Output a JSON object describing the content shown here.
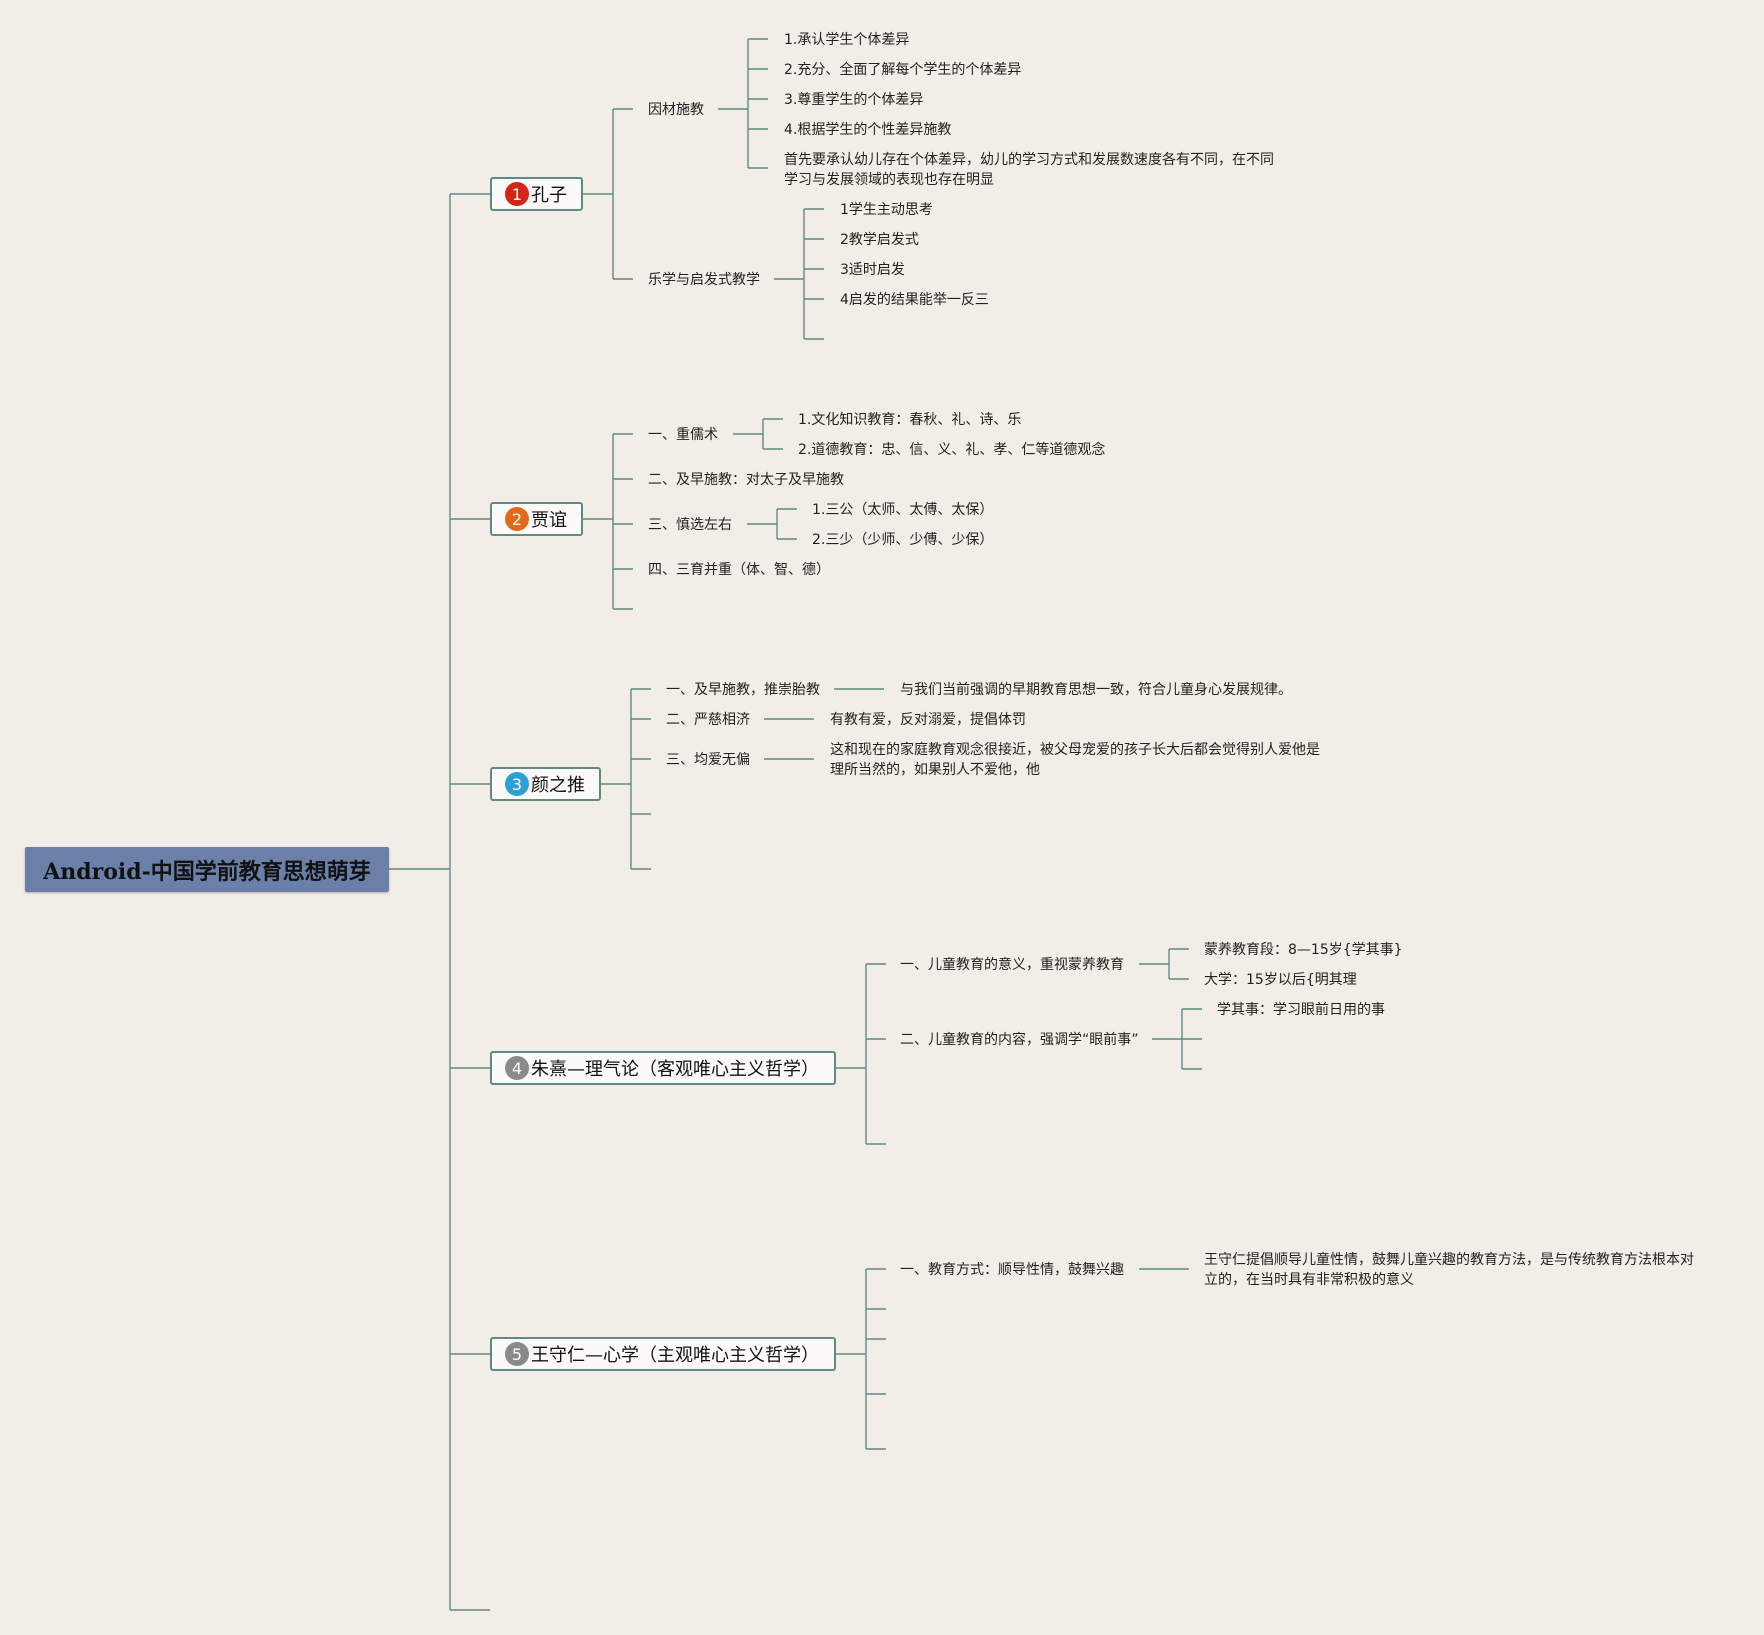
{
  "root": {
    "title": "Android-中国学前教育思想萌芽"
  },
  "colors": {
    "red": "#d4251b",
    "orange": "#e06a1b",
    "blue": "#2f9fd8",
    "gray": "#8a8a8a",
    "line": "#5e8c84",
    "root_bg": "#6b80a8"
  },
  "branches": [
    {
      "badge": "1",
      "label": "孔子",
      "children": [
        {
          "label": "因材施教",
          "items": [
            "1.承认学生个体差异",
            "2.充分、全面了解每个学生的个体差异",
            "3.尊重学生的个体差异",
            "4.根据学生的个性差异施教",
            "首先要承认幼儿存在个体差异，幼儿的学习方式和发展数速度各有不同，在不同学习与发展领域的表现也存在明显"
          ]
        },
        {
          "label": "乐学与启发式教学",
          "items": [
            "1学生主动思考",
            "2教学启发式",
            "3适时启发",
            "4启发的结果能举一反三"
          ]
        }
      ]
    },
    {
      "badge": "2",
      "label": "贾谊",
      "children": [
        {
          "label": "一、重儒术",
          "items": [
            "1.文化知识教育：春秋、礼、诗、乐",
            "2.道德教育：忠、信、义、礼、孝、仁等道德观念"
          ]
        },
        {
          "label": "二、及早施教：对太子及早施教"
        },
        {
          "label": "三、慎选左右",
          "items": [
            "1.三公（太师、太傅、太保）",
            "2.三少（少师、少傅、少保）"
          ]
        },
        {
          "label": "四、三育并重（体、智、德）"
        }
      ]
    },
    {
      "badge": "3",
      "label": "颜之推",
      "children": [
        {
          "label": "一、及早施教，推崇胎教",
          "note": "与我们当前强调的早期教育思想一致，符合儿童身心发展规律。"
        },
        {
          "label": "二、严慈相济",
          "note": "有教有爱，反对溺爱，提倡体罚"
        },
        {
          "label": "三、均爱无偏",
          "note": "这和现在的家庭教育观念很接近，被父母宠爱的孩子长大后都会觉得别人爱他是理所当然的，如果别人不爱他，他"
        }
      ]
    },
    {
      "badge": "4",
      "label": "朱熹—理气论（客观唯心主义哲学）",
      "children": [
        {
          "label": "一、儿童教育的意义，重视蒙养教育",
          "items": [
            "蒙养教育段：8—15岁{学其事}",
            "大学：15岁以后{明其理"
          ]
        },
        {
          "label": "二、儿童教育的内容，强调学“眼前事”",
          "items": [
            "学其事：学习眼前日用的事"
          ]
        }
      ]
    },
    {
      "badge": "5",
      "label": "王守仁—心学（主观唯心主义哲学）",
      "children": [
        {
          "label": "一、教育方式：顺导性情，鼓舞兴趣",
          "note": "王守仁提倡顺导儿童性情，鼓舞儿童兴趣的教育方法，是与传统教育方法根本对立的，在当时具有非常积极的意义"
        }
      ]
    }
  ]
}
